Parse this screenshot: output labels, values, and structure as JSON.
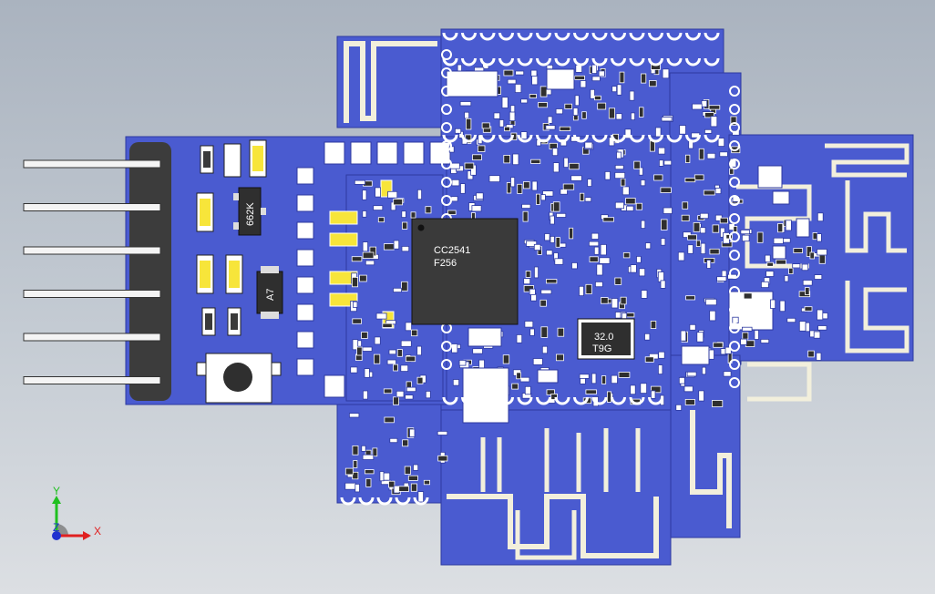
{
  "scene": {
    "type": "PCB 3D CAD view",
    "components": [
      {
        "name": "mcu",
        "marking_line1": "CC2541",
        "marking_line2": "F256"
      },
      {
        "name": "crystal",
        "marking_line1": "32.0",
        "marking_line2": "T9G"
      },
      {
        "name": "regulator",
        "marking": "662K"
      },
      {
        "name": "diode",
        "marking": "A7"
      }
    ],
    "header_pins": 6,
    "colors": {
      "board": "#4a5bd0",
      "board_edge": "#2d3aa0",
      "copper": "#f2efdc",
      "pad": "#ffffff",
      "chip": "#3a3a3a",
      "header": "#3c3c3c",
      "cap_yellow": "#f7e53a",
      "background_top": "#aab3bf",
      "background_bottom": "#dcdfe3"
    }
  },
  "axis_triad": {
    "x_label": "X",
    "y_label": "Y",
    "z_label": "Z",
    "x_color": "#e02020",
    "y_color": "#20c020",
    "z_color": "#2030d0"
  }
}
